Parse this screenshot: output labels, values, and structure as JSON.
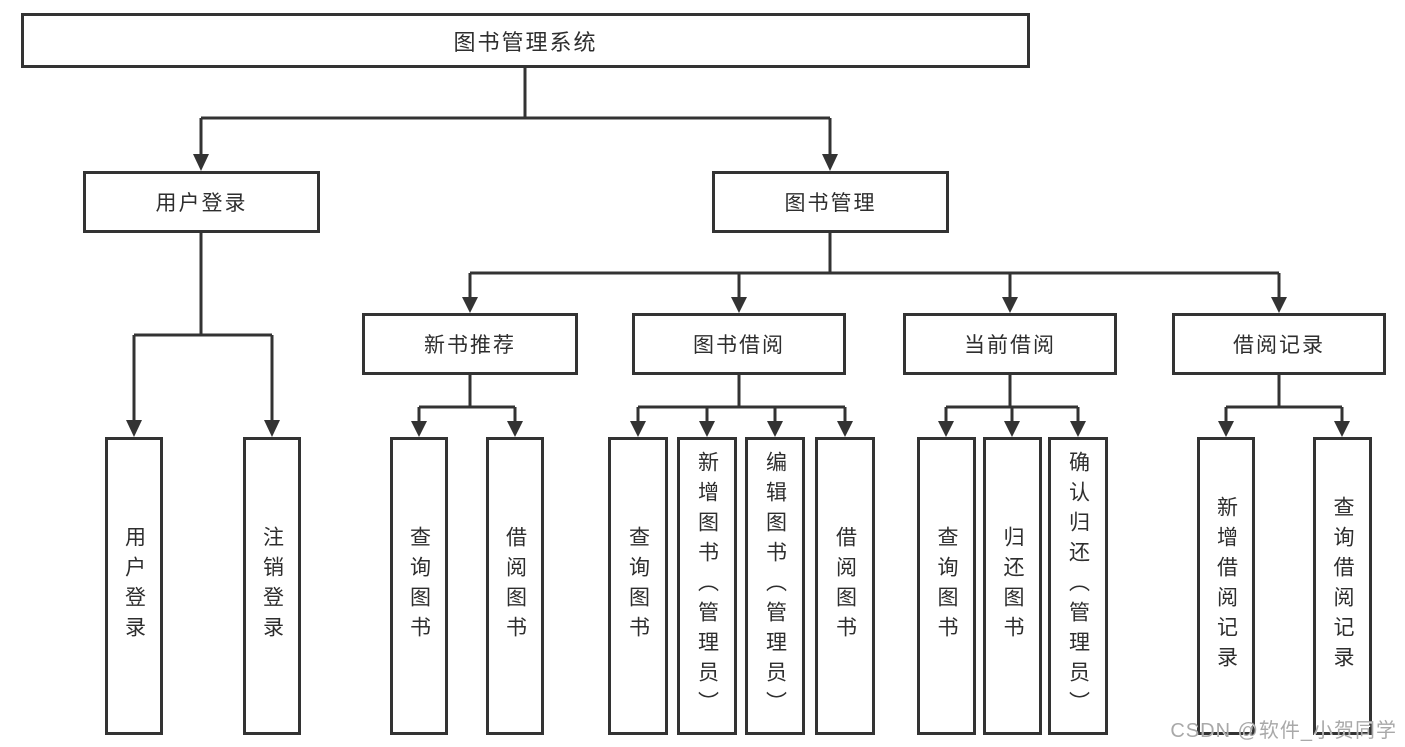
{
  "diagram": {
    "root": {
      "label": "图书管理系统"
    },
    "children": [
      {
        "label": "用户登录",
        "children": [
          {
            "label": "用户登录"
          },
          {
            "label": "注销登录"
          }
        ]
      },
      {
        "label": "图书管理",
        "children": [
          {
            "label": "新书推荐",
            "children": [
              {
                "label": "查询图书"
              },
              {
                "label": "借阅图书"
              }
            ]
          },
          {
            "label": "图书借阅",
            "children": [
              {
                "label": "查询图书"
              },
              {
                "label": "新增图书（管理员）"
              },
              {
                "label": "编辑图书（管理员）"
              },
              {
                "label": "借阅图书"
              }
            ]
          },
          {
            "label": "当前借阅",
            "children": [
              {
                "label": "查询图书"
              },
              {
                "label": "归还图书"
              },
              {
                "label": "确认归还（管理员）"
              }
            ]
          },
          {
            "label": "借阅记录",
            "children": [
              {
                "label": "新增借阅记录"
              },
              {
                "label": "查询借阅记录"
              }
            ]
          }
        ]
      }
    ]
  },
  "watermark": {
    "text": "CSDN @软件_小贺同学"
  },
  "colors": {
    "line": "#333333",
    "box_background": "#ffffff",
    "watermark": "#a9a9a9"
  }
}
